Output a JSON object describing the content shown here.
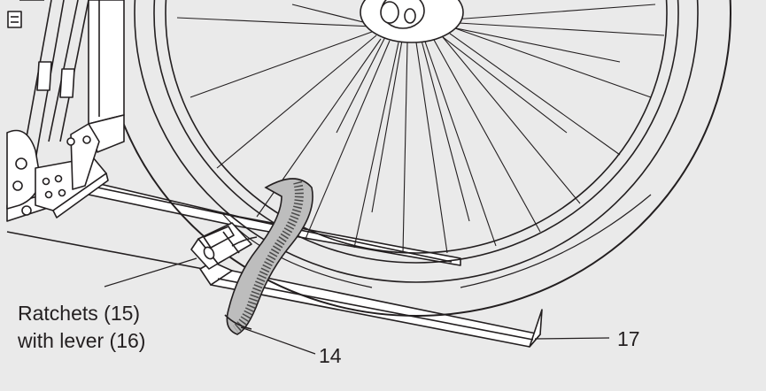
{
  "labels": {
    "ratchets": "Ratchets (15)",
    "lever": "with lever (16)",
    "strap": "14",
    "tray": "17"
  },
  "colors": {
    "background": "#eaeaea",
    "line": "#231f20",
    "fill": "#ffffff",
    "strap_dark": "#4a4a4a",
    "strap_light": "#bdbdbd"
  }
}
